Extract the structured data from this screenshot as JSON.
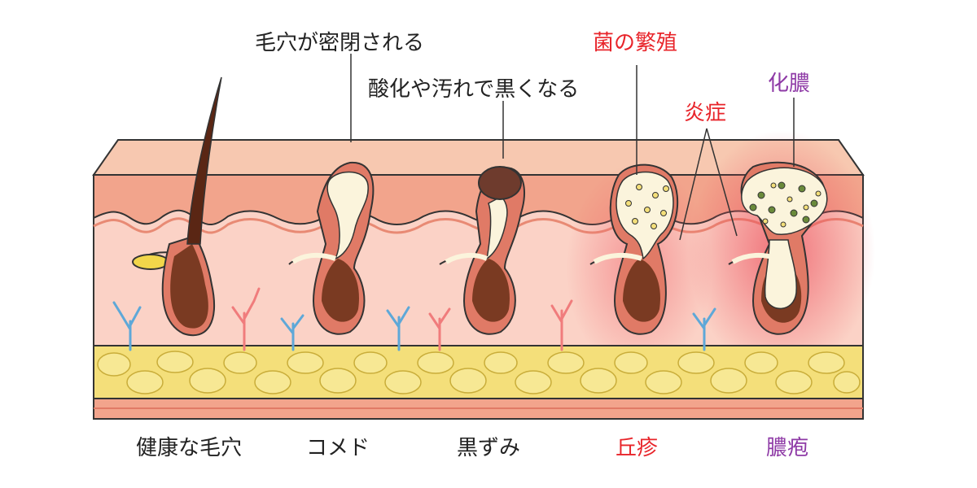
{
  "annotations": {
    "pore_sealed": "毛穴が密閉される",
    "oxidized": "酸化や汚れで黒くなる",
    "bacteria": "菌の繁殖",
    "inflammation": "炎症",
    "suppuration": "化膿"
  },
  "stages": [
    {
      "label": "健康な毛穴",
      "color": "#222222"
    },
    {
      "label": "コメド",
      "color": "#222222"
    },
    {
      "label": "黒ずみ",
      "color": "#222222"
    },
    {
      "label": "丘疹",
      "color": "#e8242a"
    },
    {
      "label": "膿疱",
      "color": "#8e3aa6"
    }
  ],
  "colors": {
    "skin_top": "#f7c8b0",
    "skin_surface": "#f2a48c",
    "dermis": "#fbd2c6",
    "fat": "#f4df7a",
    "outline": "#333333",
    "follicle": "#7a3a22",
    "sebum": "#fbf4dc",
    "blackhead": "#6e3b2d",
    "inflamed": "#f27f86",
    "vessel_red": "#f07c7c",
    "vessel_blue": "#5ea8d8",
    "annotation_red": "#e8242a",
    "annotation_purple": "#8e3aa6"
  }
}
